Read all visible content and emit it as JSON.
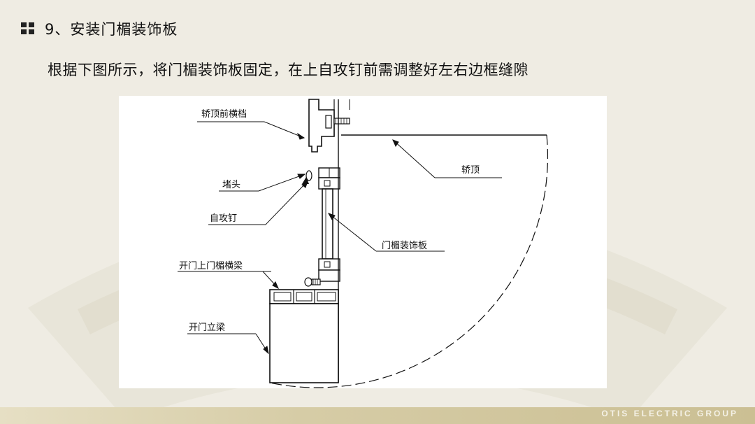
{
  "slide": {
    "heading": "9、安装门楣装饰板",
    "instruction": "根据下图所示，将门楣装饰板固定，在上自攻钉前需调整好左右边框缝隙",
    "watermark": "OTIS ELECTRIC GROUP"
  },
  "diagram": {
    "labels": {
      "front_beam": "轿顶前横档",
      "car_top": "轿顶",
      "end_cap": "堵头",
      "self_tap_screw": "自攻钉",
      "lintel_panel": "门楣装饰板",
      "upper_lintel_beam": "开门上门楣横梁",
      "vertical_beam": "开门立梁"
    }
  }
}
